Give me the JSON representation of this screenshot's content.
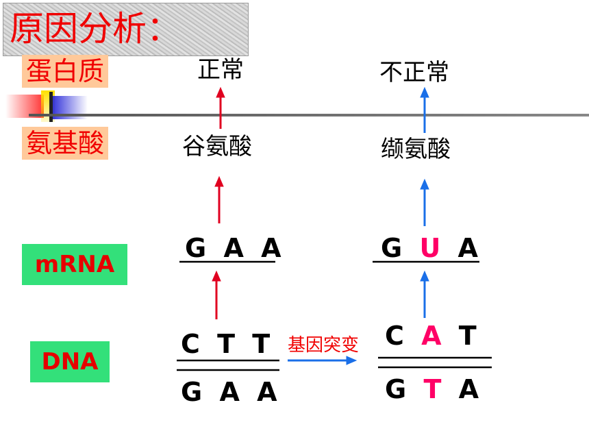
{
  "title": "原因分析：",
  "row_labels": {
    "protein": "蛋白质",
    "amino_acid": "氨基酸",
    "mrna": "mRNA",
    "dna": "DNA"
  },
  "normal": {
    "protein": "正常",
    "amino_acid": "谷氨酸",
    "mrna": [
      "G",
      "A",
      "A"
    ],
    "dna_top": [
      "C",
      "T",
      "T"
    ],
    "dna_bottom": [
      "G",
      "A",
      "A"
    ]
  },
  "mutant": {
    "protein": "不正常",
    "amino_acid": "缬氨酸",
    "mrna": [
      "G",
      "U",
      "A"
    ],
    "dna_top": [
      "C",
      "A",
      "T"
    ],
    "dna_bottom": [
      "G",
      "T",
      "A"
    ]
  },
  "mutation_label": "基因突变",
  "colors": {
    "title": "#f00000",
    "label_bg": "#ffc99a",
    "green_bg": "#33e07a",
    "mutant_base": "#ff0066",
    "normal_arrow": "#e00020",
    "mutant_arrow": "#1a6fe8"
  }
}
